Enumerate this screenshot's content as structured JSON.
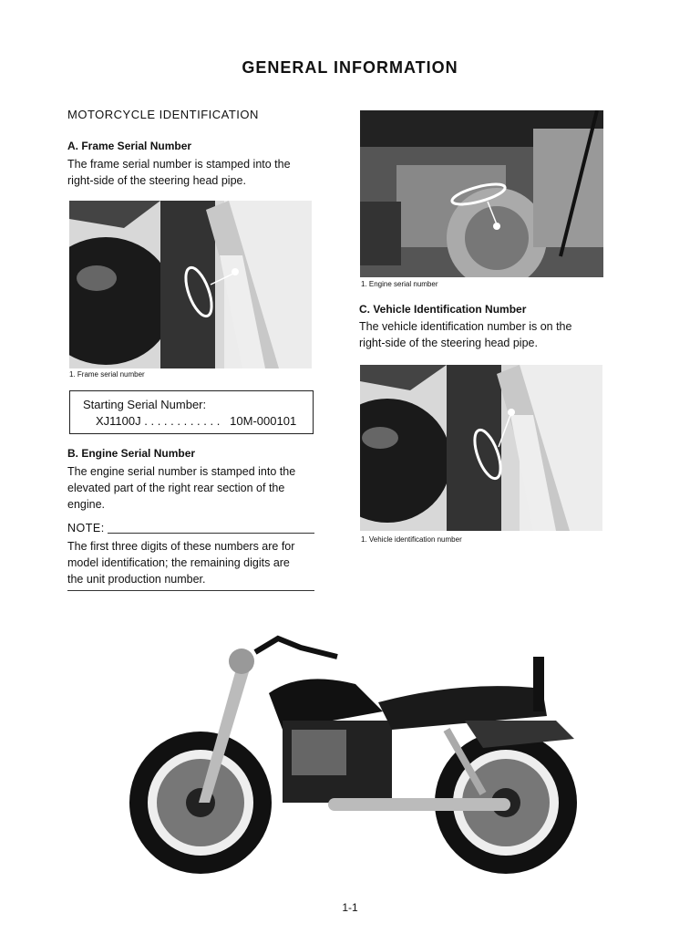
{
  "page": {
    "title": "GENERAL INFORMATION",
    "section_title": "MOTORCYCLE IDENTIFICATION",
    "page_number": "1-1"
  },
  "frame_serial": {
    "heading": "A.  Frame Serial Number",
    "text_lines": [
      "The frame serial number is stamped into the",
      "right-side of the steering head pipe."
    ],
    "caption": "1.  Frame serial number"
  },
  "starting_serial": {
    "label": "Starting Serial Number:",
    "model": "XJ1100J",
    "dots": " . . . . . . . . . . . .",
    "number": "10M-000101"
  },
  "engine_serial": {
    "heading": "B.  Engine Serial Number",
    "text_lines": [
      "The engine serial number is stamped into the",
      "elevated part of the right rear section of the",
      "engine."
    ],
    "caption": "1.  Engine serial number"
  },
  "note": {
    "label": "NOTE:",
    "text_lines": [
      "The first three digits of these numbers are for",
      "model identification; the remaining digits are",
      "the unit production number."
    ]
  },
  "vin": {
    "heading": "C.  Vehicle Identification Number",
    "text_lines": [
      "The vehicle identification number is on the",
      "right-side of the steering head pipe."
    ],
    "caption": "1.  Vehicle identification number"
  },
  "photos": {
    "frame_photo_icon": "steering-head-photo",
    "engine_photo_icon": "engine-case-photo",
    "vin_photo_icon": "steering-head-photo",
    "motorcycle_icon": "motorcycle-photo",
    "callout_number": "1"
  }
}
